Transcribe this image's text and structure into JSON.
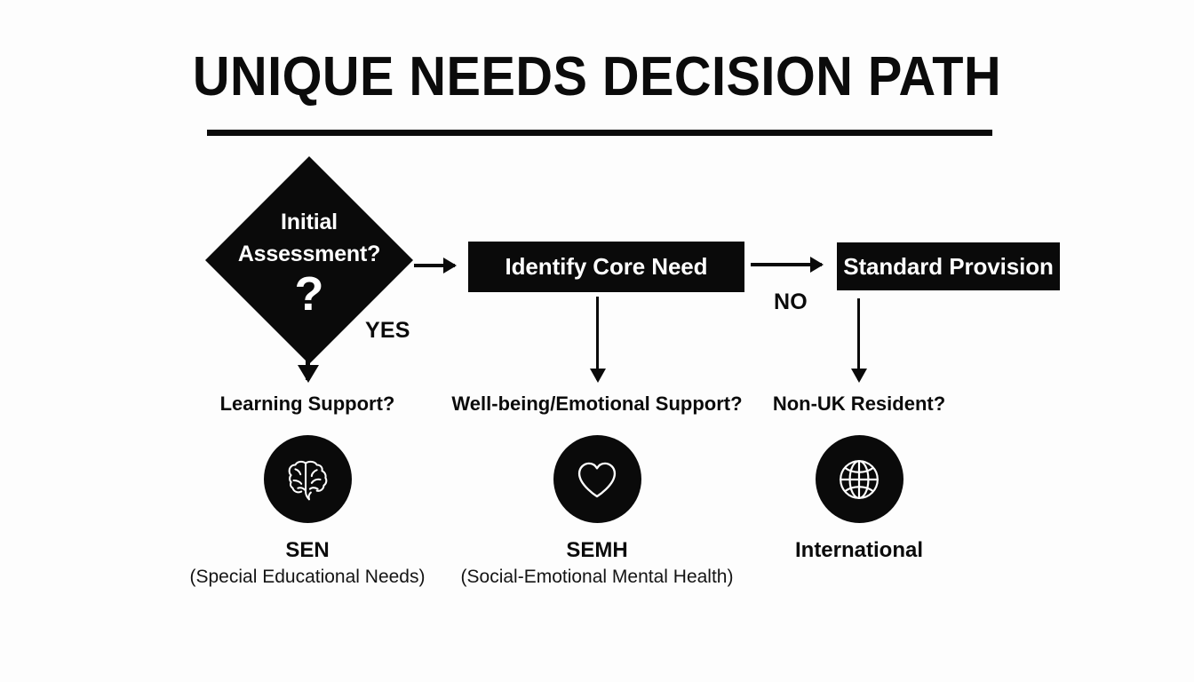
{
  "header": {
    "title": "UNIQUE NEEDS DECISION PATH"
  },
  "flow": {
    "decision": {
      "label_line1": "Initial",
      "label_line2": "Assessment?",
      "glyph": "?",
      "shape": "diamond"
    },
    "boxes": [
      {
        "name": "identify-core-need",
        "label": "Identify Core Need"
      },
      {
        "name": "standard-provision",
        "label": "Standard Provision"
      }
    ],
    "edge_labels": {
      "yes": "YES",
      "no": "NO"
    }
  },
  "branches": [
    {
      "question": "Learning Support?",
      "icon": "brain-icon",
      "title": "SEN",
      "subtitle": "(Special Educational Needs)"
    },
    {
      "question": "Well-being/Emotional Support?",
      "icon": "heart-icon",
      "title": "SEMH",
      "subtitle": "(Social-Emotional Mental Health)"
    },
    {
      "question": "Non-UK Resident?",
      "icon": "globe-icon",
      "title": "International",
      "subtitle": ""
    }
  ],
  "colors": {
    "background": "#fdfdfd",
    "ink": "#0a0a0a",
    "on_ink": "#ffffff"
  }
}
